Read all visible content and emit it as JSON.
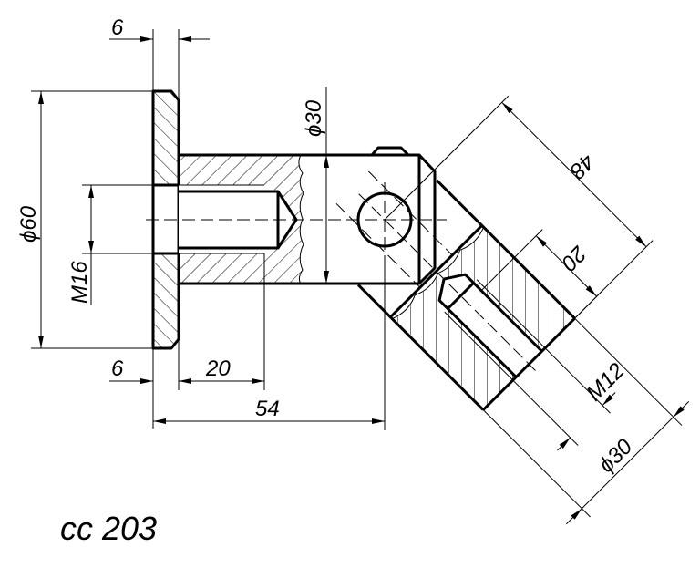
{
  "drawing": {
    "title": "cc 203",
    "dimensions": {
      "flange_thickness_top": "6",
      "flange_thickness_bottom": "6",
      "hole_depth": "20",
      "overall_length": "54",
      "flange_diameter": "ϕ60",
      "thread_left": "M16",
      "body_diameter": "ϕ30",
      "arm_length": "48",
      "arm_hole_depth": "20",
      "thread_right": "M12",
      "arm_diameter": "ϕ30"
    }
  }
}
